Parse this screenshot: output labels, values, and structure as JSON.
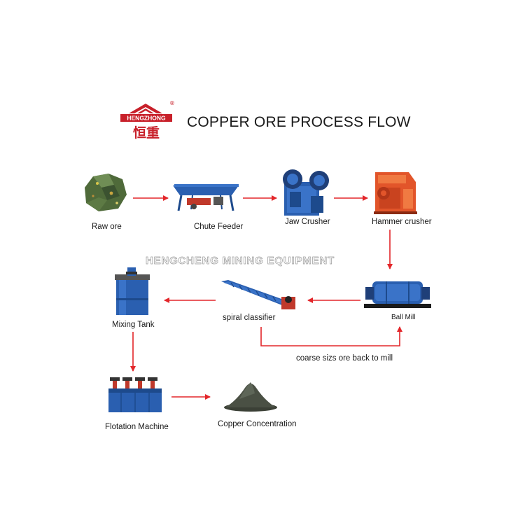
{
  "brand": {
    "name": "HENGZHONG",
    "chinese": "恒重",
    "registered": "®"
  },
  "title": "COPPER ORE PROCESS FLOW",
  "watermark": "HENGCHENG MINING EQUIPMENT",
  "colors": {
    "arrow": "#e3262a",
    "brand_red": "#c8202a",
    "machine_blue": "#2a5fb0",
    "machine_orange": "#e2552a",
    "ore_green": "#4f6a3a"
  },
  "nodes": {
    "raw_ore": "Raw ore",
    "chute_feeder": "Chute Feeder",
    "jaw_crusher": "Jaw Crusher",
    "hammer_crusher": "Hammer crusher",
    "ball_mill": "Ball Mill",
    "spiral_classifier": "spiral classifier",
    "mixing_tank": "Mixing Tank",
    "flotation_machine": "Flotation Machine",
    "copper_concentration": "Copper Concentration"
  },
  "loop_label": "coarse sizs ore back to mill"
}
